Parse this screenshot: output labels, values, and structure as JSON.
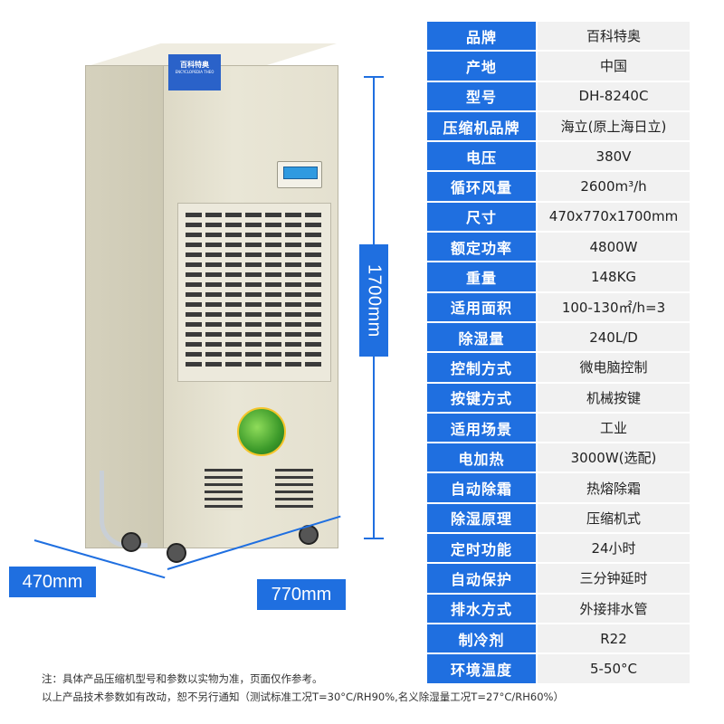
{
  "product_image": {
    "brand_plate_cn": "百科特奥",
    "brand_plate_en": "ENCYCLOPEDIA THEO",
    "dimensions": {
      "height": "1700mm",
      "depth": "470mm",
      "width": "770mm"
    },
    "colors": {
      "accent": "#1f6fe0",
      "cabinet": "#e4e0cf"
    }
  },
  "specs": [
    {
      "label": "品牌",
      "value": "百科特奥"
    },
    {
      "label": "产地",
      "value": "中国"
    },
    {
      "label": "型号",
      "value": "DH-8240C"
    },
    {
      "label": "压缩机品牌",
      "value": "海立(原上海日立)"
    },
    {
      "label": "电压",
      "value": "380V"
    },
    {
      "label": "循环风量",
      "value": "2600m³/h"
    },
    {
      "label": "尺寸",
      "value": "470x770x1700mm"
    },
    {
      "label": "额定功率",
      "value": "4800W"
    },
    {
      "label": "重量",
      "value": "148KG"
    },
    {
      "label": "适用面积",
      "value": "100-130㎡/h=3"
    },
    {
      "label": "除湿量",
      "value": "240L/D"
    },
    {
      "label": "控制方式",
      "value": "微电脑控制"
    },
    {
      "label": "按键方式",
      "value": "机械按键"
    },
    {
      "label": "适用场景",
      "value": "工业"
    },
    {
      "label": "电加热",
      "value": "3000W(选配)"
    },
    {
      "label": "自动除霜",
      "value": "热熔除霜"
    },
    {
      "label": "除湿原理",
      "value": "压缩机式"
    },
    {
      "label": "定时功能",
      "value": "24小时"
    },
    {
      "label": "自动保护",
      "value": "三分钟延时"
    },
    {
      "label": "排水方式",
      "value": "外接排水管"
    },
    {
      "label": "制冷剂",
      "value": "R22"
    },
    {
      "label": "环境温度",
      "value": "5-50°C"
    }
  ],
  "notes": {
    "line1": "注：具体产品压缩机型号和参数以实物为准，页面仅作参考。",
    "line2": "以上产品技术参数如有改动，恕不另行通知（测试标准工况T=30°C/RH90%,名义除湿量工况T=27°C/RH60%）"
  }
}
